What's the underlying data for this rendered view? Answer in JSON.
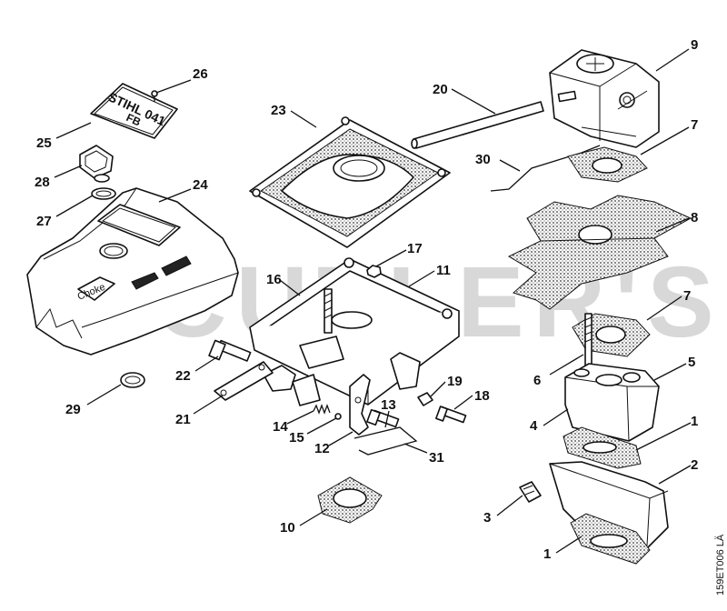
{
  "watermark": "CUTLER'S",
  "drawing_code": "159ET006 LÄ",
  "plate": {
    "line1": "STIHL 041",
    "line2": "FB"
  },
  "decal_text": "Choke",
  "callouts": [
    "26",
    "25",
    "28",
    "27",
    "24",
    "29",
    "22",
    "21",
    "23",
    "16",
    "17",
    "11",
    "14",
    "15",
    "12",
    "13",
    "19",
    "18",
    "31",
    "10",
    "20",
    "9",
    "7",
    "30",
    "8",
    "7",
    "6",
    "5",
    "4",
    "1",
    "2",
    "3",
    "1"
  ]
}
